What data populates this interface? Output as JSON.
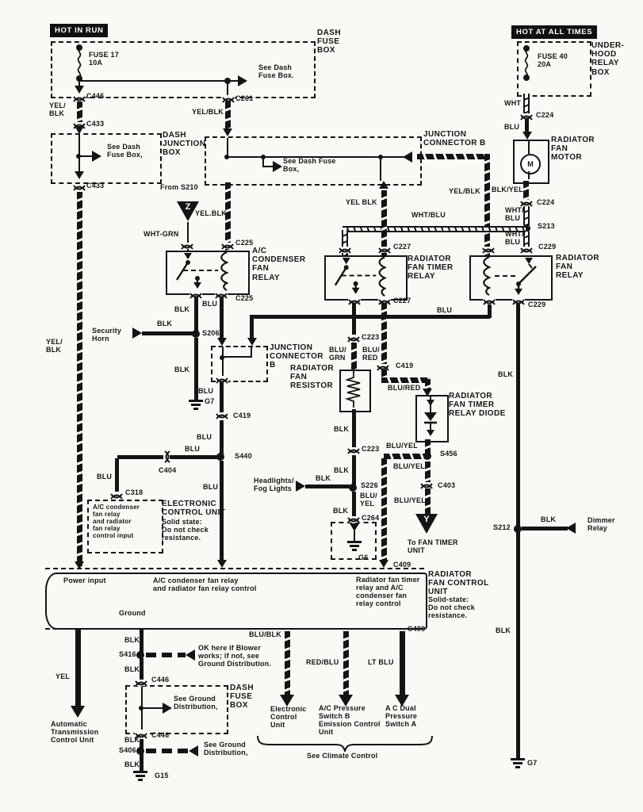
{
  "colors": {
    "ink": "#141414",
    "paper": "#faf9f5"
  },
  "tags": {
    "hot_in_run": "HOT IN RUN",
    "hot_at_all_times": "HOT AT ALL TIMES"
  },
  "labels": {
    "dfb_top": "DASH\nFUSE\nBOX",
    "see_dash_1": "See Dash\nFuse Box.",
    "fuse17": "FUSE 17\n10A",
    "c446a": "C446",
    "yelblk_a": "YEL/\nBLK",
    "c433a": "C433",
    "djb": "DASH\nJUNCTION\nBOX",
    "see_dash_2": "See Dash\nFuse Box,",
    "c433b": "C433",
    "yelblk_f": "YEL/\nBLK",
    "c261": "C261",
    "yelblk_b": "YEL/BLK",
    "jcb_top": "JUNCTION\nCONNECTOR B",
    "see_dash_3": "See Dash Fuse\nBox,",
    "from_s210": "From S210",
    "z": "Z",
    "urb": "UNDER-\nHOOD\nRELAY\nBOX",
    "fuse40": "FUSE 40\n20A",
    "wht": "WHT",
    "c224a": "C224",
    "blu_motor": "BLU",
    "motor": "RADIATOR\nFAN\nMOTOR",
    "m": "M",
    "blkyel": "BLK/YEL",
    "c224b": "C224",
    "whtblu_a": "WHT/\nBLU",
    "s213": "S213",
    "whtblu_b": "WHT/\nBLU",
    "yelblk_c": "YEL.BLK",
    "whtgrn": "WHT-GRN",
    "yelblk_d": "YEL BLK",
    "yelblk_e": "YEL/BLK",
    "whtblu_c": "WHT/BLU",
    "c225a": "C225",
    "ac_relay": "A/C\nCONDENSER\nFAN\nRELAY",
    "c225b": "C225",
    "c227a": "C227",
    "timer_relay": "RADIATOR\nFAN TIMER\nRELAY",
    "c227b": "C227",
    "c229a": "C229",
    "fan_relay": "RADIATOR\nFAN\nRELAY",
    "c229b": "C229",
    "blu_bus": "BLU",
    "blk_a": "BLK",
    "blu_a": "BLU",
    "security_horn": "Security\nHorn",
    "blk_b": "BLK",
    "s206": "S206",
    "jcb_mid": "JUNCTION\nCONNECTOR\nB",
    "blk_c": "BLK",
    "g7a": "G7",
    "blu_b": "BLU",
    "c419a": "C419",
    "resistor": "RADIATOR\nFAN\nRESISTOR",
    "c223a": "C223",
    "blugrn": "BLU/\nGRN",
    "blured_a": "BLU/\nRED",
    "c419b": "C419",
    "blured_b": "BLU/RED",
    "diode": "RADIATOR\nFAN TIMER\nRELAY DIODE",
    "blk_d": "BLK",
    "blk_e": "BLK",
    "c223b": "C223",
    "bluyel_a": "BLU/YEL",
    "s456": "S456",
    "bluyel_b": "BLU/YEL",
    "headlights": "Headlights/\nFog Lights",
    "blk_f": "BLK",
    "blk_g": "BLK",
    "s226": "S226",
    "bluyel_c": "BLU/\nYEL",
    "c403": "C403",
    "bluyel_d": "BLU/YEL",
    "blk_h": "BLK",
    "c264": "C264",
    "g6": "G6",
    "y": "Y",
    "to_fan_timer": "To FAN TIMER\nUNIT",
    "s212": "S212",
    "blk_i": "BLK",
    "dimmer": "Dimmer\nRelay",
    "blk_j": "BLK",
    "g7b": "G7",
    "blu_c": "BLU",
    "blu_d": "BLU",
    "blu_e": "BLU",
    "s440": "S440",
    "c404": "C404",
    "blu_f": "BLU",
    "c318": "C318",
    "ecu_input": "A/C condenser\nfan relay\nand radiator\nfan relay\ncontrol input",
    "ecu": "ELECTRONIC\nCONTROL UNIT",
    "ecu_note": "Solid state:\nDo not check\nresistance.",
    "blu_g": "BLU",
    "c409a": "C409",
    "rfcu": "RADIATOR\nFAN CONTROL\nUNIT",
    "rfcu_note": "Solid-state:\nDo not check\nresistance.",
    "power_input": "Power input",
    "ac_ctrl": "A/C condenser fan relay\nand radiator fan relay control",
    "timer_ctrl": "Radiator  fan timer\nrelay and A/C\ncondenser fan\nrelay control",
    "ground": "Ground",
    "c409b": "C409",
    "blublk": "BLU/BLK",
    "yel": "YEL",
    "blk_k": "BLK",
    "s416": "S416",
    "ok_blower": "OK here if Blower\nworks; if not, see\nGround Distribution.",
    "blk_l": "BLK",
    "c446b": "C446",
    "dfb_bot": "DASH\nFUSE\nBOX",
    "see_gnd_1": "See Ground\nDistribution,",
    "c446c": "C446",
    "blk_m": "BLK",
    "s406": "S406",
    "see_gnd_2": "See Ground\nDistribution,",
    "blk_n": "BLK",
    "g15": "G15",
    "atcu": "Automatic\nTransmission\nControl Unit",
    "redblu": "RED/BLU",
    "ltblu": "LT BLU",
    "ecu2": "Electronic\nControl\nUnit",
    "acps_b": "A/C Pressure\nSwitch B\nEmission Control\nUnit",
    "acdps_a": "A C Dual\nPressure\nSwitch A",
    "climate": "See Climate Control"
  }
}
